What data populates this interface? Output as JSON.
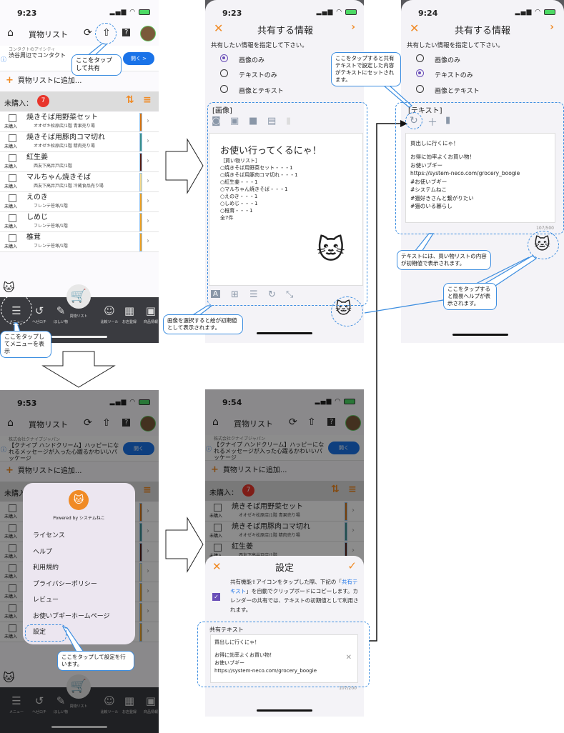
{
  "app": {
    "title": "買物リスト",
    "add_label": "買物リストに追加...",
    "section_label": "未購入：",
    "unpurchased_count": "7",
    "checkbox_label": "未購入",
    "items": [
      {
        "name": "焼きそば用野菜セット",
        "store": "オオゼキ松原店/1階 青果売り場",
        "color": "#d9730d"
      },
      {
        "name": "焼きそば用豚肉コマ切れ",
        "store": "オオゼキ松原店/1階 精肉売り場",
        "color": "#3b8f8a"
      },
      {
        "name": "紅生姜",
        "store": "西友下高井戸店/1階",
        "color": "#5a1e12"
      },
      {
        "name": "マルちゃん焼きそば",
        "store": "西友下高井戸店/1階 冷蔵食品売り場",
        "color": "#f5d889"
      },
      {
        "name": "えのき",
        "store": "フレンテ笹塚/1階",
        "color": "#f0a020"
      },
      {
        "name": "しめじ",
        "store": "フレンテ笹塚/1階",
        "color": "#f0a020"
      },
      {
        "name": "椎茸",
        "store": "フレンテ笹塚/1階",
        "color": "#f0a020"
      }
    ],
    "tabs": [
      "メニュー",
      "ヘゼロチ",
      "ほしい物",
      "買物リスト",
      "比較ツール",
      "お店登録",
      "商品情報"
    ],
    "open_label": "開く",
    "open_label_arrow": "開く >"
  },
  "screens": {
    "s1": {
      "time": "9:23",
      "ad_sponsor": "コンタクトのアイシティ",
      "ad_text": "渋谷周辺でコンタクト"
    },
    "s2": {
      "time": "9:23"
    },
    "s3": {
      "time": "9:24"
    },
    "s4": {
      "time": "9:53",
      "ad_sponsor": "株式会社クナイプジャパン",
      "ad_text": "【クナイプ ハンドクリーム】ハッピーになれるメッセージが入った心躍るかわいいパッケージ"
    },
    "s5": {
      "time": "9:54",
      "ad_sponsor": "株式会社クナイプジャパン",
      "ad_text": "【クナイプ ハンドクリーム】ハッピーになれるメッセージが入った心躍るかわいいパッケージ"
    }
  },
  "share": {
    "title": "共有する情報",
    "instruction": "共有したい情報を指定して下さい。",
    "options": [
      "画像のみ",
      "テキストのみ",
      "画像とテキスト"
    ],
    "image_section": "[画像]",
    "text_section": "[テキスト]",
    "image_title": "お使い行ってくるにゃ！",
    "image_lines": [
      "［買い物リスト］",
      "○焼きそば用野菜セット・・・1",
      "○焼きそば用豚肉コマ切れ・・・1",
      "○紅生姜・・・1",
      "○マルちゃん焼きそば・・・1",
      "○えのき・・・1",
      "○しめじ・・・1",
      "○椎茸・・・1",
      "全7件"
    ],
    "text_lines": [
      "買出しに行くにゃ！",
      "",
      "お得に効率よくお買い物！",
      "お使いブギー",
      "https://system-neco.com/grocery_boogie",
      "#お使いブギー",
      "#システムねこ",
      "#猫好きさんと繋がりたい",
      "#猫のいる暮らし"
    ],
    "text_counter": "107/500"
  },
  "menu": {
    "powered_by": "Powered by システムねこ",
    "items": [
      "ライセンス",
      "ヘルプ",
      "利用規約",
      "プライバシーポリシー",
      "レビュー",
      "お使いブギーホームページ",
      "設定"
    ]
  },
  "settings": {
    "title": "設定",
    "desc_1": "共有機能",
    "desc_2": "アイコンをタップした際、下記の「",
    "desc_link": "共有テキスト",
    "desc_3": "」を自動でクリップボードにコピーします。カレンダーの共有では、テキストの初期値として利用されます。",
    "field_label": "共有テキスト",
    "text_lines": [
      "買出しに行くにゃ！",
      "",
      "お得に効率よくお買い物！",
      "お使いブギー",
      "https://system-neco.com/grocery_boogie"
    ],
    "counter": "107/200"
  },
  "callouts": {
    "share": "ここをタップして共有",
    "menu": "ここをタップしてメニューを表示",
    "image": "画像を選択すると絵が初期値として表示されます。",
    "reset": "ここをタップすると共有テキストで設定した内容がテキストにセットされます。",
    "text": "テキストには、買い物リストの内容が初期値で表示されます。",
    "help": "ここをタップすると簡易ヘルプが表示されます。",
    "settings": "ここをタップして設定を行います。"
  }
}
